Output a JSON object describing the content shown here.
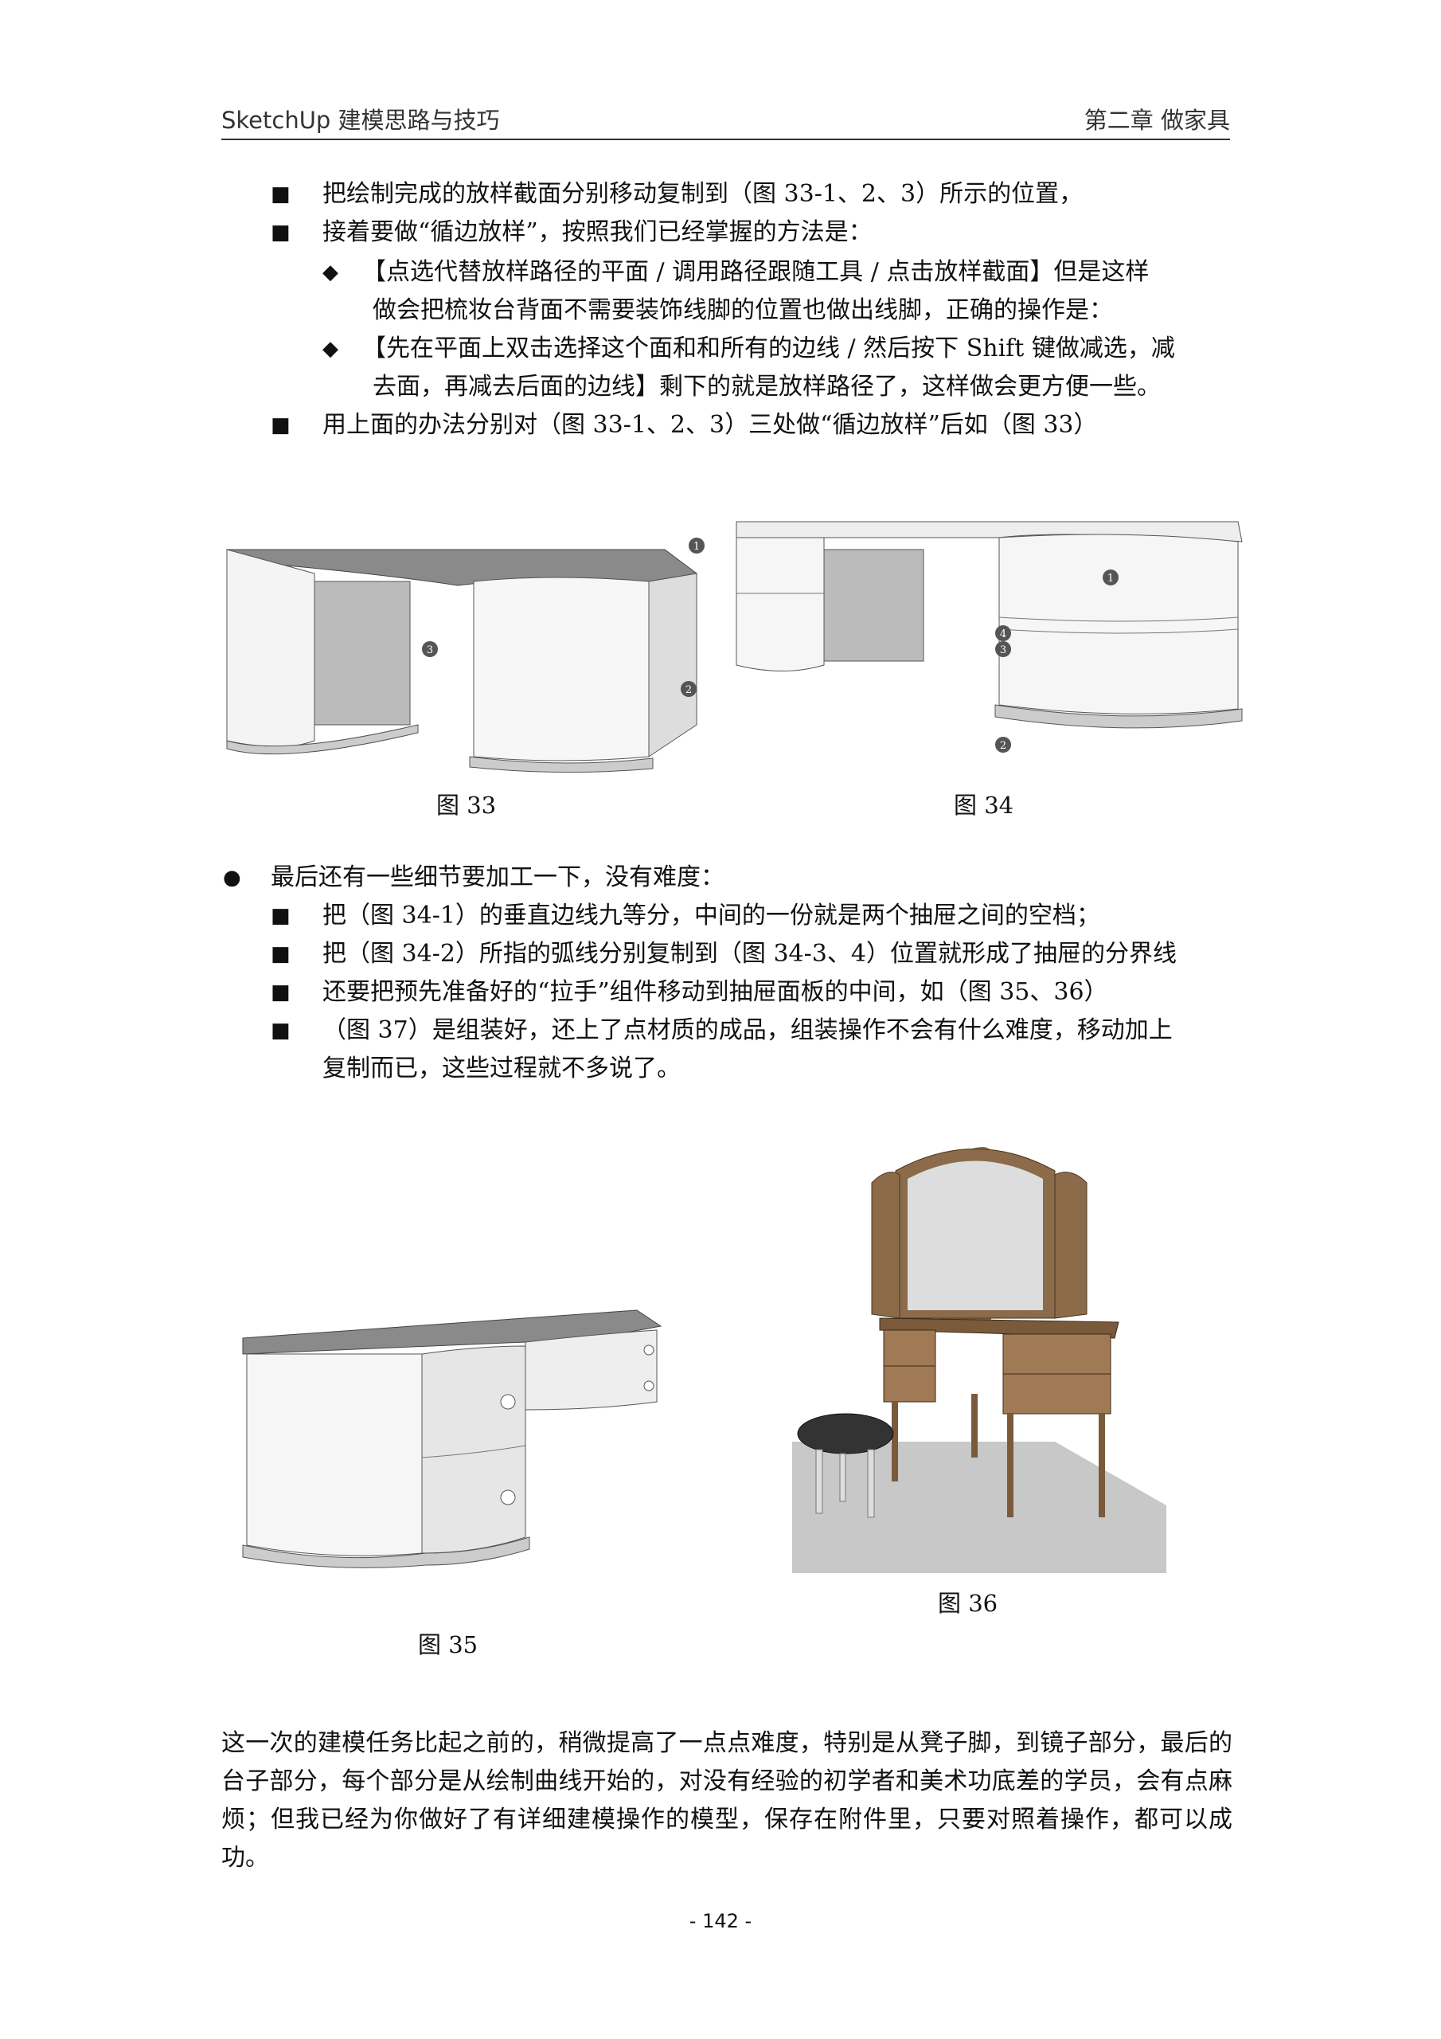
{
  "header": {
    "book_title": "SketchUp 建模思路与技巧",
    "chapter": "第二章  做家具"
  },
  "section1": {
    "items": [
      {
        "marker": "■",
        "text": "把绘制完成的放样截面分别移动复制到（图 33-1、2、3）所示的位置，"
      },
      {
        "marker": "■",
        "text": "接着要做“循边放样”，按照我们已经掌握的方法是："
      },
      {
        "marker": "◆",
        "text": "【点选代替放样路径的平面 / 调用路径跟随工具 / 点击放样截面】但是这样"
      },
      {
        "marker": "",
        "text": "做会把梳妆台背面不需要装饰线脚的位置也做出线脚，正确的操作是："
      },
      {
        "marker": "◆",
        "text": "【先在平面上双击选择这个面和和所有的边线 / 然后按下 Shift 键做减选，减"
      },
      {
        "marker": "",
        "text": "去面，再减去后面的边线】剩下的就是放样路径了，这样做会更方便一些。"
      },
      {
        "marker": "■",
        "text": "用上面的办法分别对（图 33-1、2、3）三处做“循边放样”后如（图 33）"
      }
    ]
  },
  "figures": {
    "fig33": {
      "caption": "图 33",
      "callouts": [
        "1",
        "2",
        "3"
      ]
    },
    "fig34": {
      "caption": "图 34",
      "callouts": [
        "1",
        "2",
        "3",
        "4"
      ]
    },
    "fig35": {
      "caption": "图 35"
    },
    "fig36": {
      "caption": "图 36"
    }
  },
  "section2": {
    "items": [
      {
        "marker": "●",
        "text": "最后还有一些细节要加工一下，没有难度："
      },
      {
        "marker": "■",
        "text": "把（图 34-1）的垂直边线九等分，中间的一份就是两个抽屉之间的空档；"
      },
      {
        "marker": "■",
        "text": "把（图 34-2）所指的弧线分别复制到（图 34-3、4）位置就形成了抽屉的分界线"
      },
      {
        "marker": "■",
        "text": "还要把预先准备好的“拉手”组件移动到抽屉面板的中间，如（图 35、36）"
      },
      {
        "marker": "■",
        "text": "（图 37）是组装好，还上了点材质的成品，组装操作不会有什么难度，移动加上"
      },
      {
        "marker": "",
        "text": "复制而已，这些过程就不多说了。"
      }
    ]
  },
  "closing_paragraph": "这一次的建模任务比起之前的，稍微提高了一点点难度，特别是从凳子脚，到镜子部分，最后的台子部分，每个部分是从绘制曲线开始的，对没有经验的初学者和美术功底差的学员，会有点麻烦；但我已经为你做好了有详细建模操作的模型，保存在附件里，只要对照着操作，都可以成功。",
  "page_number": "- 142 -"
}
